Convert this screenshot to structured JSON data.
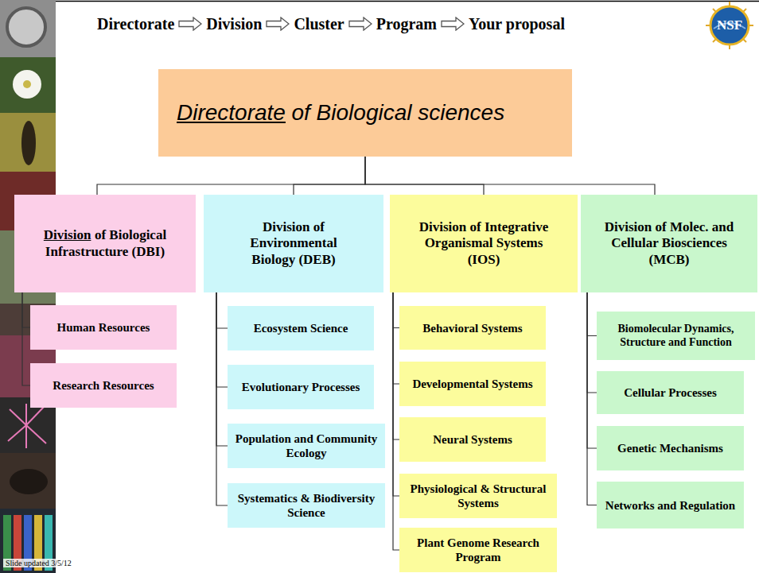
{
  "diagram": {
    "nodes": [
      {
        "text": [
          "Directorate",
          "of Biological sciences"
        ]
      },
      {
        "text": [
          "Division",
          "of Biological Infrastructure (DBI)"
        ]
      },
      {
        "text": [
          "Human Resources"
        ]
      },
      {
        "text": [
          "Research Resources"
        ]
      },
      {
        "text": [
          "Division of Environmental Biology (DEB)"
        ]
      },
      {
        "text": [
          "Ecosystem Science"
        ]
      },
      {
        "text": [
          "Evolutionary Processes"
        ]
      },
      {
        "text": [
          "Population and Community Ecology"
        ]
      },
      {
        "text": [
          "Systematics & Biodiversity Science"
        ]
      },
      {
        "text": [
          "Division of Integrative Organismal Systems (IOS)"
        ]
      },
      {
        "text": [
          "Behavioral Systems"
        ]
      },
      {
        "text": [
          "Developmental Systems"
        ]
      },
      {
        "text": [
          "Neural Systems"
        ]
      },
      {
        "text": [
          "Physiological & Structural Systems"
        ]
      },
      {
        "text": [
          "Plant Genome Research Program"
        ]
      },
      {
        "text": [
          "Division of Molec. and Cellular Biosciences (MCB)"
        ]
      },
      {
        "text": [
          "Biomolecular Dynamics, Structure and Function"
        ]
      },
      {
        "text": [
          "Cellular Processes"
        ]
      },
      {
        "text": [
          "Genetic Mechanisms"
        ]
      },
      {
        "text": [
          "Networks and Regulation"
        ]
      }
    ],
    "edges": [
      {
        "from": 0,
        "to": 1,
        "arrow": "none"
      },
      {
        "from": 0,
        "to": 4,
        "arrow": "none"
      },
      {
        "from": 0,
        "to": 9,
        "arrow": "none"
      },
      {
        "from": 0,
        "to": 15,
        "arrow": "none"
      },
      {
        "from": 1,
        "to": 2,
        "arrow": "none"
      },
      {
        "from": 1,
        "to": 3,
        "arrow": "none"
      },
      {
        "from": 4,
        "to": 5,
        "arrow": "none"
      },
      {
        "from": 4,
        "to": 6,
        "arrow": "none"
      },
      {
        "from": 4,
        "to": 7,
        "arrow": "none"
      },
      {
        "from": 4,
        "to": 8,
        "arrow": "none"
      },
      {
        "from": 9,
        "to": 10,
        "arrow": "none"
      },
      {
        "from": 9,
        "to": 11,
        "arrow": "none"
      },
      {
        "from": 9,
        "to": 12,
        "arrow": "none"
      },
      {
        "from": 9,
        "to": 13,
        "arrow": "none"
      },
      {
        "from": 9,
        "to": 14,
        "arrow": "none"
      },
      {
        "from": 15,
        "to": 16,
        "arrow": "none"
      },
      {
        "from": 15,
        "to": 17,
        "arrow": "none"
      },
      {
        "from": 15,
        "to": 18,
        "arrow": "none"
      },
      {
        "from": 15,
        "to": 19,
        "arrow": "none"
      }
    ],
    "labels": [
      "Directorate",
      "Division",
      "Cluster",
      "Program",
      "Your proposal",
      "NSF",
      "Slide updated 3/5/12"
    ]
  }
}
